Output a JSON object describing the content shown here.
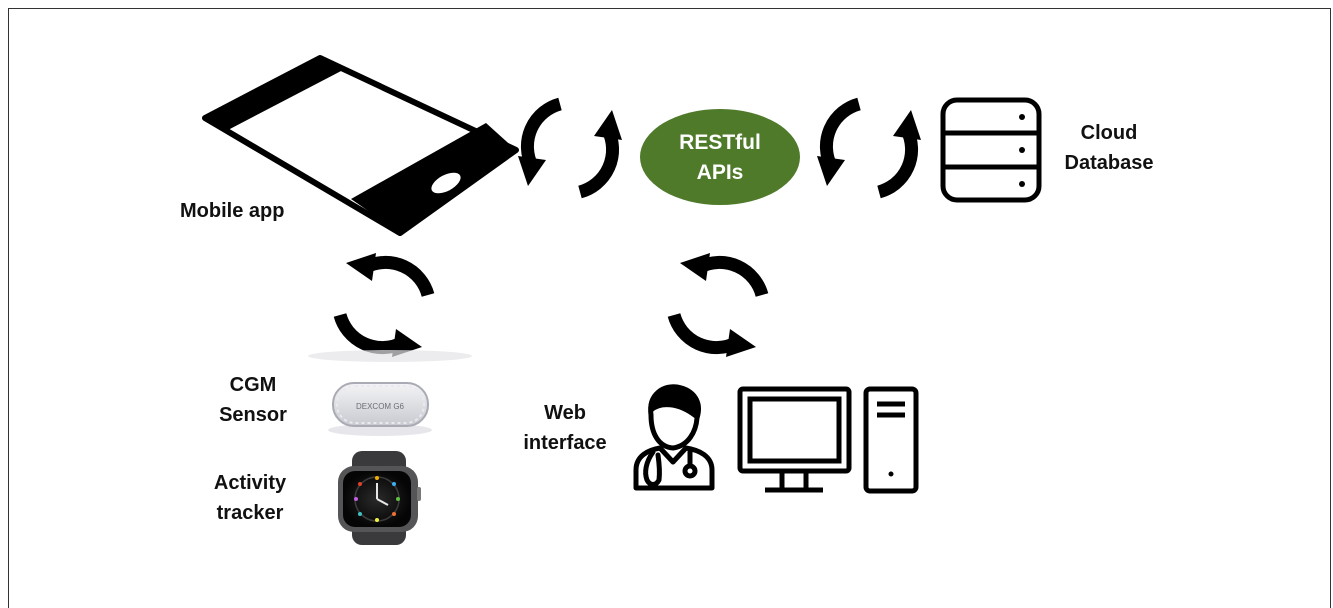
{
  "labels": {
    "mobile_app": "Mobile app",
    "restful_line1": "RESTful",
    "restful_line2": "APIs",
    "cloud_line1": "Cloud",
    "cloud_line2": "Database",
    "cgm_line1": "CGM",
    "cgm_line2": "Sensor",
    "activity_line1": "Activity",
    "activity_line2": "tracker",
    "web_line1": "Web",
    "web_line2": "interface",
    "sensor_brand": "DEXCOM G6"
  },
  "colors": {
    "api_green": "#4f7a2a",
    "ink": "#000000"
  }
}
